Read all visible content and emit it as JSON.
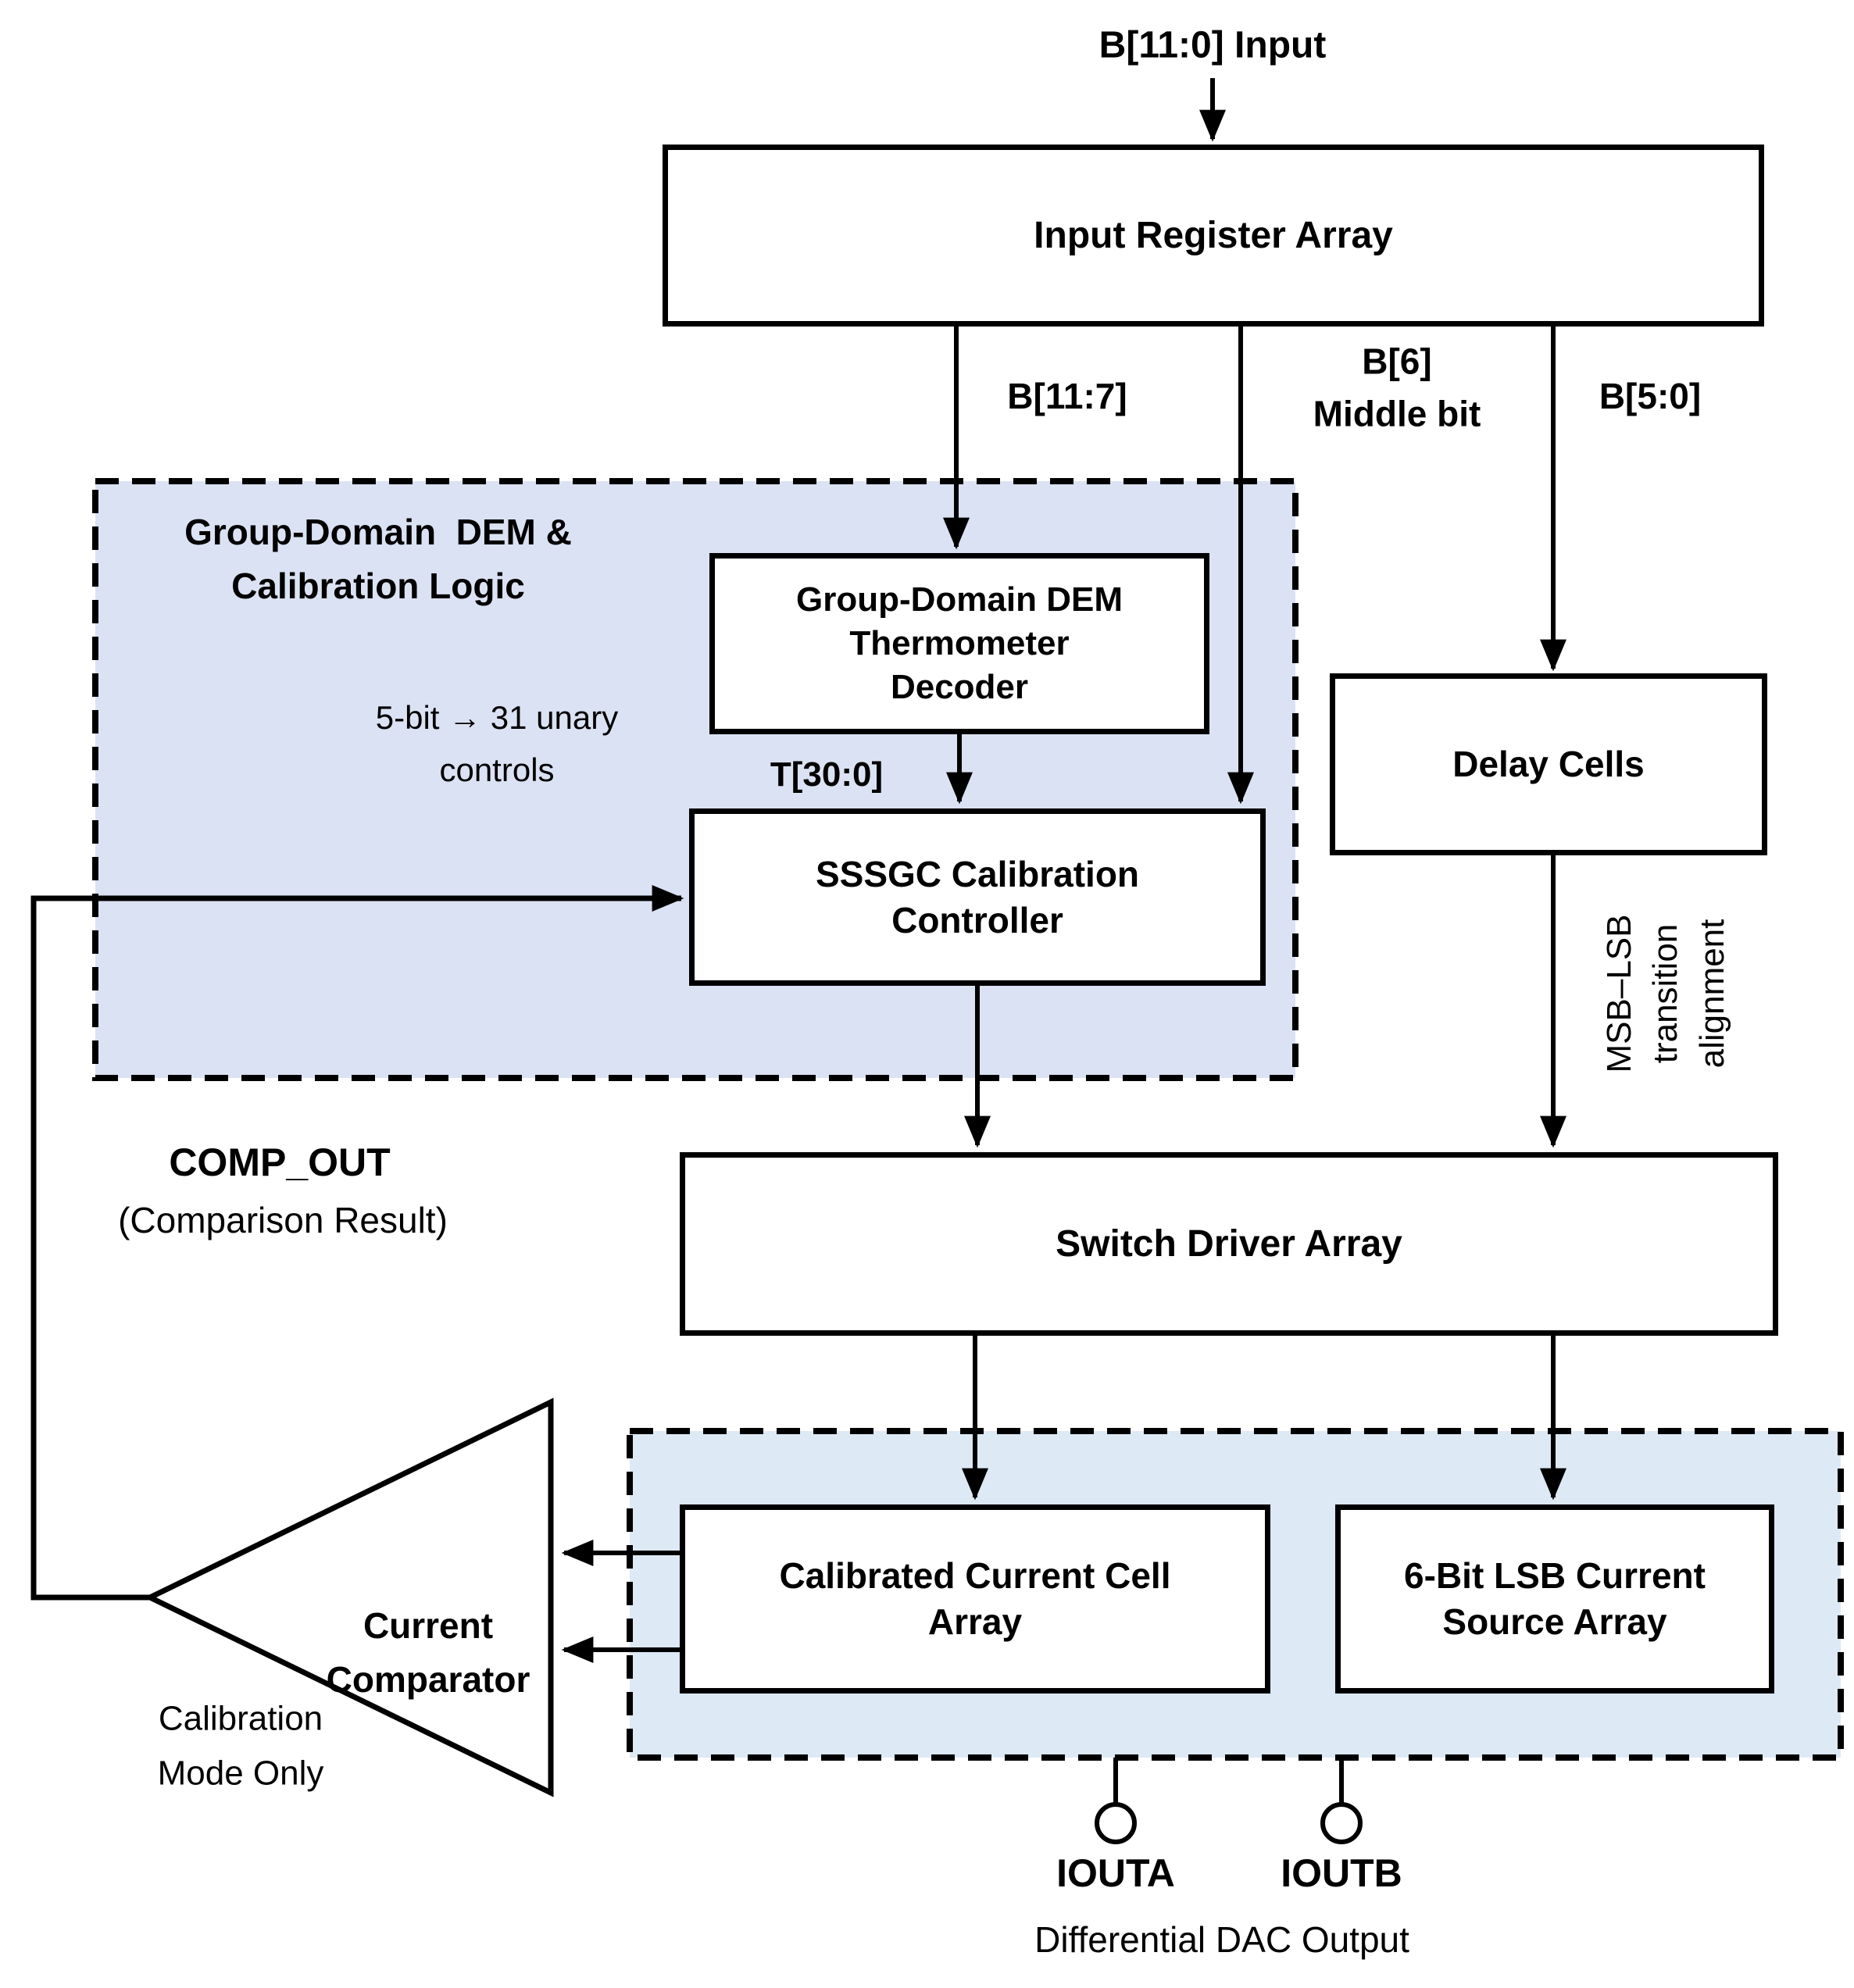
{
  "diagram": {
    "top_input_label": "B[11:0] Input",
    "input_register": "Input Register Array",
    "bus_labels": {
      "msb": "B[11:7]",
      "mid_line1": "B[6]",
      "mid_line2": "Middle bit",
      "lsb": "B[5:0]"
    },
    "dem_block": {
      "title_line1": "Group-Domain  DEM &",
      "title_line2": "Calibration Logic",
      "decoder_line1": "Group-Domain DEM",
      "decoder_line2": "Thermometer",
      "decoder_line3": "Decoder",
      "unary_note_line1": "5-bit → 31 unary",
      "unary_note_line2": "controls",
      "t_bus": "T[30:0]",
      "controller_line1": "SSSGC Calibration",
      "controller_line2": "Controller"
    },
    "delay_cells": "Delay Cells",
    "alignment_note_line1": "MSB–LSB",
    "alignment_note_line2": "transition",
    "alignment_note_line3": "alignment",
    "comp_out": "COMP_OUT",
    "comp_out_sub": "(Comparison Result)",
    "switch_driver": "Switch Driver Array",
    "output_block": {
      "calibrated_line1": "Calibrated Current Cell",
      "calibrated_line2": "Array",
      "lsb_array_line1": "6-Bit LSB Current",
      "lsb_array_line2": "Source Array"
    },
    "comparator_line1": "Current",
    "comparator_line2": "Comparator",
    "calibration_mode_line1": "Calibration",
    "calibration_mode_line2": "Mode Only",
    "iouta": "IOUTA",
    "ioutb": "IOUTB",
    "diff_output": "Differential DAC Output",
    "colors": {
      "dem_region_fill": "#dbe2f3",
      "output_region_fill": "#dde9f5",
      "line_color": "#000000"
    }
  }
}
